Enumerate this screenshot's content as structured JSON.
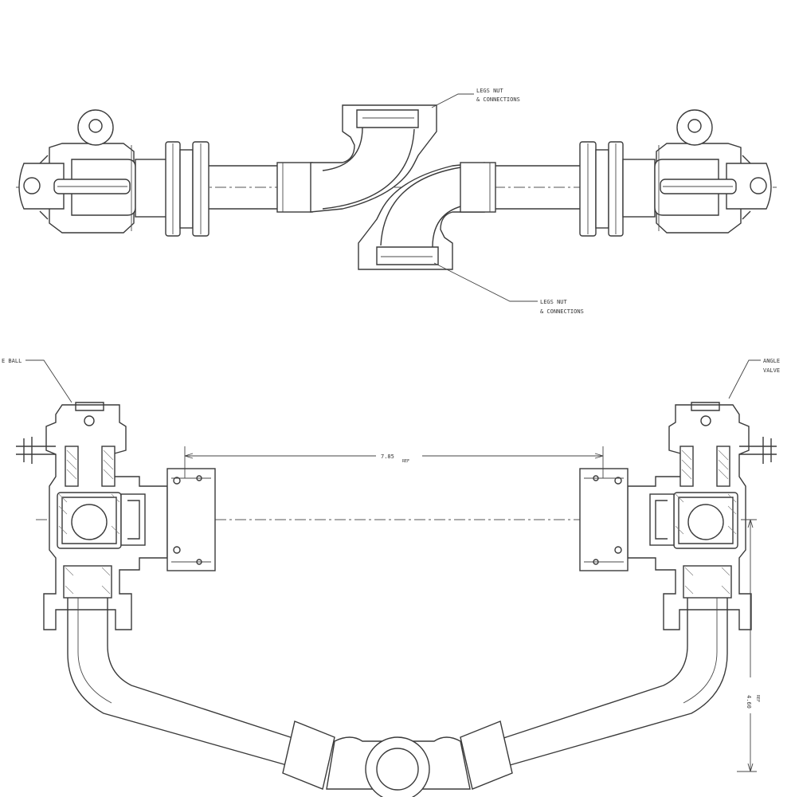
{
  "top_view": {
    "callout_upper": {
      "line1": "LEGS NUT",
      "line2": "& CONNECTIONS"
    },
    "callout_lower": {
      "line1": "LEGS NUT",
      "line2": "& CONNECTIONS"
    }
  },
  "front_view": {
    "callout_left": {
      "line1": "E BALL"
    },
    "callout_right": {
      "line1": "ANGLE",
      "line2": "VALVE"
    },
    "dim_horizontal": {
      "value": "7.85",
      "suffix": "REF"
    },
    "dim_vertical": {
      "value": "4.60",
      "suffix": "REF"
    }
  }
}
